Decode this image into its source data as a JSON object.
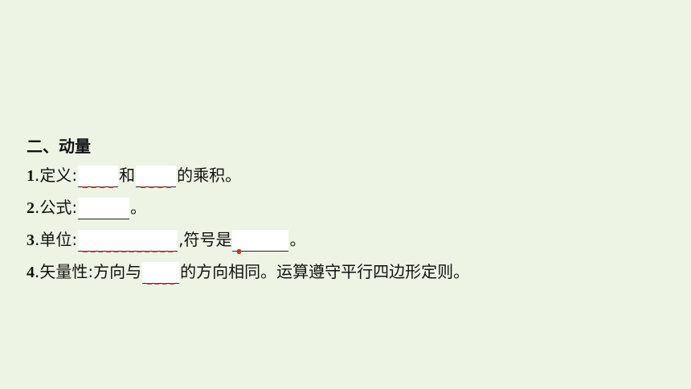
{
  "section": {
    "heading": "二、动量"
  },
  "items": [
    {
      "number": "1",
      "label": ".定义:",
      "text_after_blank1": "和",
      "text_after_blank2": "的乘积。"
    },
    {
      "number": "2",
      "label": ".公式:",
      "text_after_blank1": "。"
    },
    {
      "number": "3",
      "label": ".单位:",
      "text_after_blank1": ",符号是",
      "text_after_blank2": "。"
    },
    {
      "number": "4",
      "label": ".矢量性:方向与",
      "text_after_blank1": "的方向相同。运算遵守平行四边形定则。"
    }
  ],
  "colors": {
    "background": "#eef4e4",
    "blank_fill": "#ffffff",
    "accent_red": "#c0392b"
  }
}
